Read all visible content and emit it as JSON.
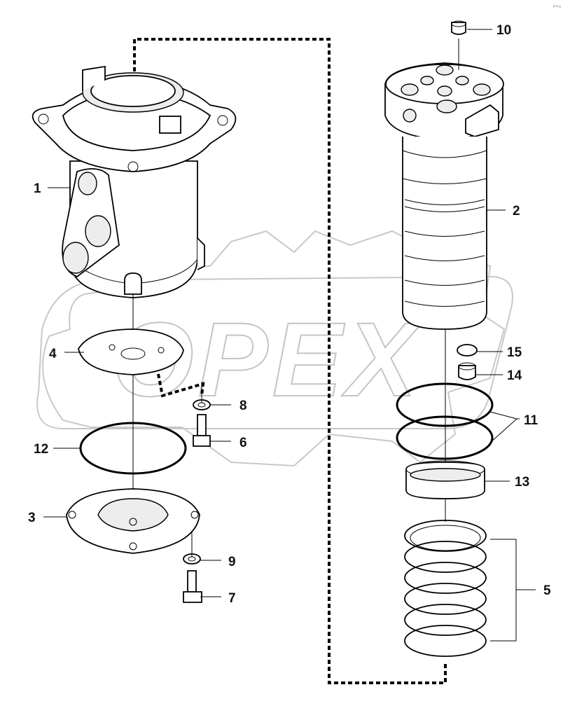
{
  "watermark": {
    "text": "OPEX"
  },
  "corner_mark": "ᴾ°ᵉ",
  "labels": [
    {
      "text": "1"
    },
    {
      "text": "2"
    },
    {
      "text": "3"
    },
    {
      "text": "4"
    },
    {
      "text": "5"
    },
    {
      "text": "6"
    },
    {
      "text": "7"
    },
    {
      "text": "8"
    },
    {
      "text": "9"
    },
    {
      "text": "10"
    },
    {
      "text": "11"
    },
    {
      "text": "12"
    },
    {
      "text": "13"
    },
    {
      "text": "14"
    },
    {
      "text": "15"
    }
  ]
}
